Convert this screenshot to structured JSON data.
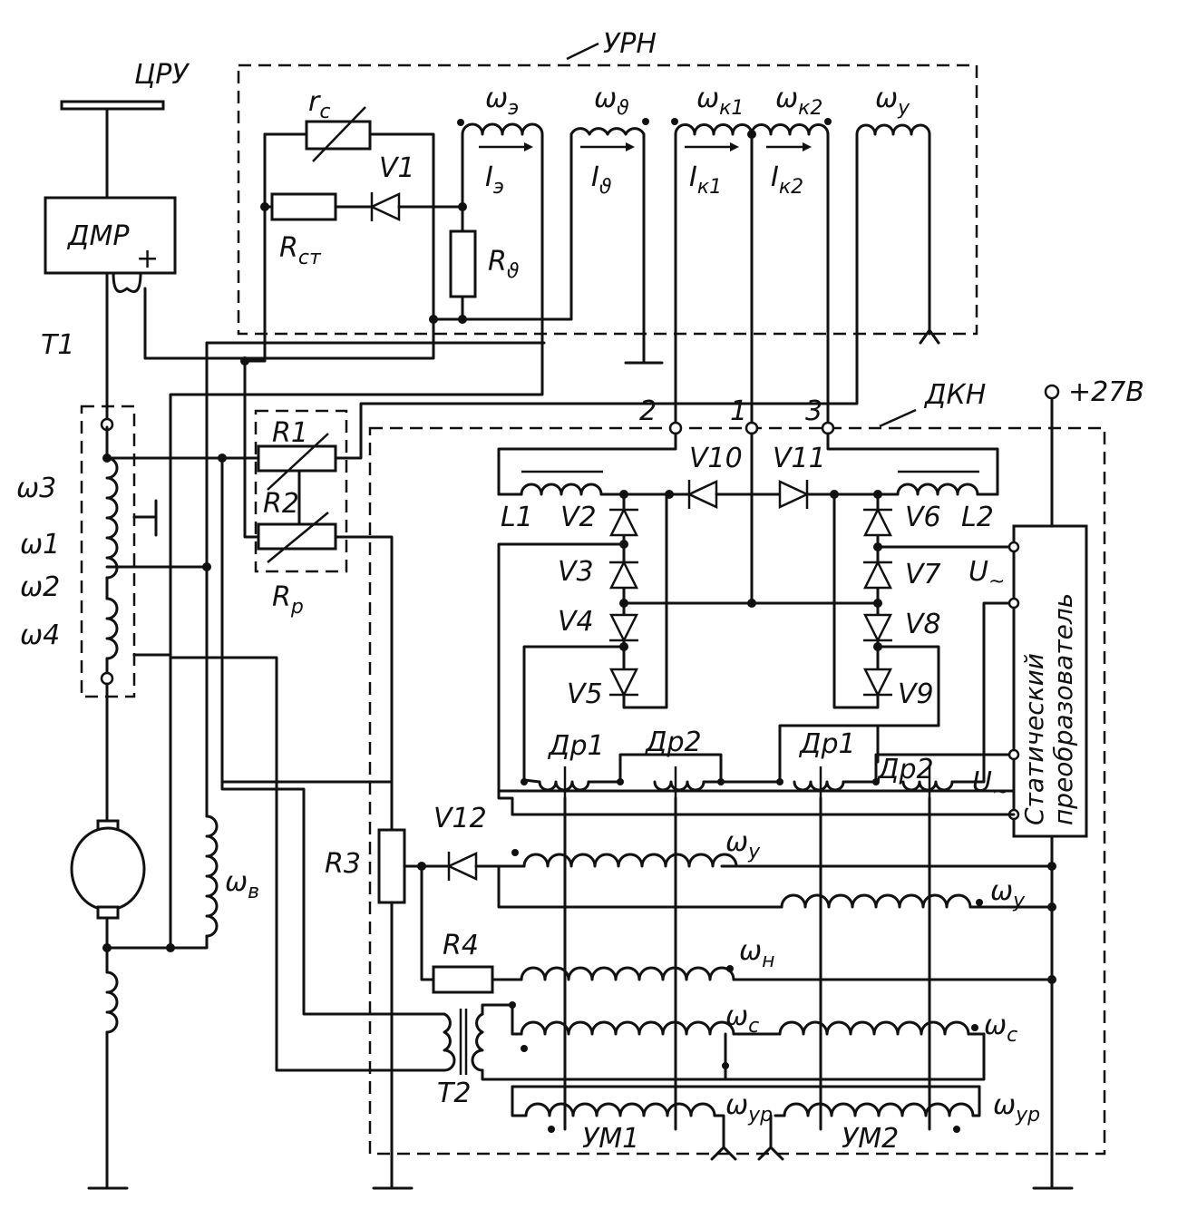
{
  "blocks": {
    "urn": "УРН",
    "dkn": "ДКН",
    "tsru": "ЦРУ",
    "dmr": "ДМР",
    "dmr_plus": "+",
    "t1": "T1",
    "t2": "T2",
    "supply": "+27В",
    "converter_line1": "Статический",
    "converter_line2": "преобразователь",
    "um1": "УМ1",
    "um2": "УМ2"
  },
  "urn_labels": {
    "rc": "r",
    "rc_sub": "c",
    "rst": "R",
    "rst_sub": "ст",
    "rtheta": "R",
    "rtheta_sub": "ϑ",
    "v1": "V1",
    "w_e": "ω",
    "w_e_sub": "э",
    "w_theta": "ω",
    "w_theta_sub": "ϑ",
    "w_k1": "ω",
    "w_k1_sub": "к1",
    "w_k2": "ω",
    "w_k2_sub": "к2",
    "w_y": "ω",
    "w_y_sub": "у",
    "i_e": "I",
    "i_e_sub": "э",
    "i_theta": "I",
    "i_theta_sub": "ϑ",
    "i_k1": "I",
    "i_k1_sub": "к1",
    "i_k2": "I",
    "i_k2_sub": "к2"
  },
  "t1_windings": [
    "ω3",
    "ω1",
    "ω2",
    "ω4"
  ],
  "resistors": {
    "r1": "R1",
    "r2": "R2",
    "rp": "R",
    "rp_sub": "р",
    "r3": "R3",
    "r4": "R4"
  },
  "terminals": [
    "2",
    "1",
    "3"
  ],
  "dkn_labels": {
    "v10": "V10",
    "v11": "V11",
    "l1": "L1",
    "l2": "L2",
    "v2": "V2",
    "v3": "V3",
    "v4": "V4",
    "v5": "V5",
    "v6": "V6",
    "v7": "V7",
    "v8": "V8",
    "v9": "V9",
    "dr1a": "Др1",
    "dr2a": "Др2",
    "dr1b": "Др1",
    "dr2b": "Др2",
    "u_ac_top": "U",
    "u_ac_top_sub": "~",
    "u_ac_bot": "U",
    "u_ac_bot_sub": "~",
    "v12": "V12",
    "w_v": "ω",
    "w_v_sub": "в",
    "w_y1": "ω",
    "w_y1_sub": "у",
    "w_y2": "ω",
    "w_y2_sub": "у",
    "w_n": "ω",
    "w_n_sub": "н",
    "w_c1": "ω",
    "w_c1_sub": "c",
    "w_c2": "ω",
    "w_c2_sub": "c",
    "w_yr1": "ω",
    "w_yr1_sub": "ур",
    "w_yr2": "ω",
    "w_yr2_sub": "ур"
  }
}
